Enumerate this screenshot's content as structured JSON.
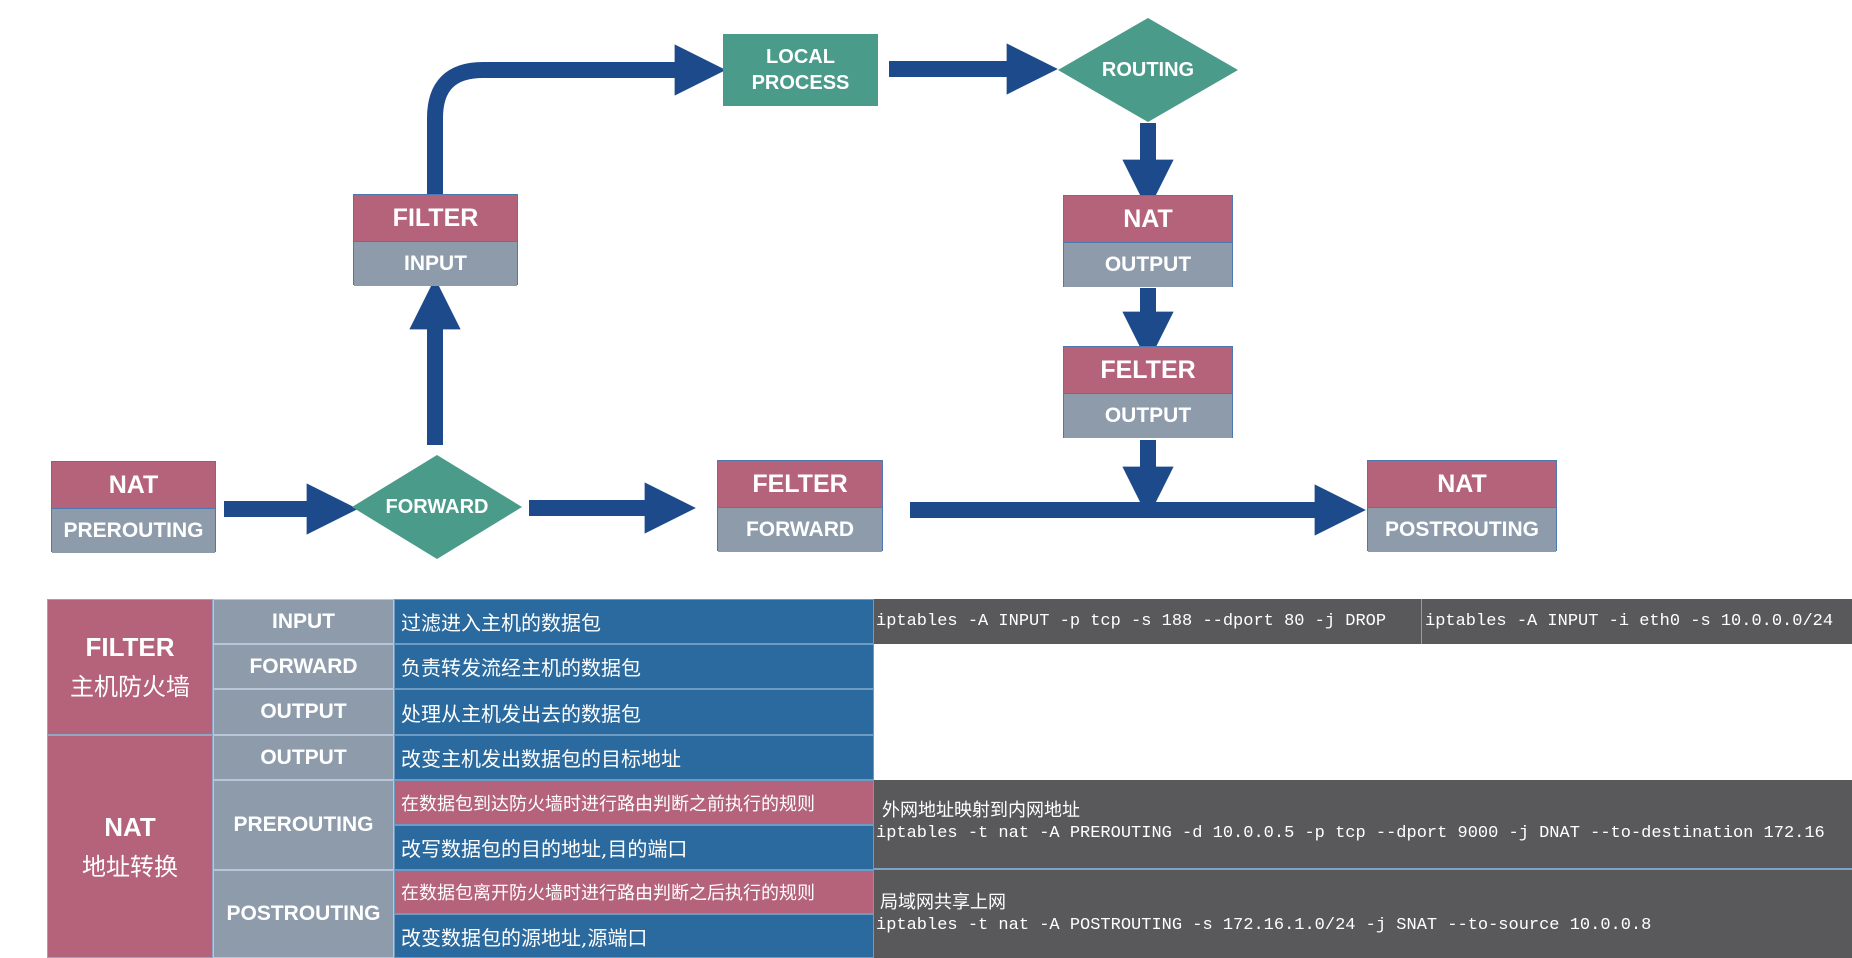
{
  "diagram": {
    "boxes": {
      "nat_prerouting": {
        "top": "NAT",
        "bottom": "PREROUTING"
      },
      "filter_input": {
        "top": "FILTER",
        "bottom": "INPUT"
      },
      "felter_forward": {
        "top": "FELTER",
        "bottom": "FORWARD"
      },
      "nat_output": {
        "top": "NAT",
        "bottom": "OUTPUT"
      },
      "felter_output": {
        "top": "FELTER",
        "bottom": "OUTPUT"
      },
      "nat_postrouting": {
        "top": "NAT",
        "bottom": "POSTROUTING"
      }
    },
    "local_process": [
      "LOCAL",
      "PROCESS"
    ],
    "routing": "ROUTING",
    "forward": "FORWARD"
  },
  "colors": {
    "pink": "#b5637a",
    "gray": "#8d9bab",
    "teal": "#4a9b8a",
    "arrow": "#1c4a8a",
    "blue_cell": "#2b6a9e",
    "dark_cell": "#59595c"
  },
  "table": {
    "filter": {
      "title": "FILTER",
      "subtitle": "主机防火墙"
    },
    "nat": {
      "title": "NAT",
      "subtitle": "地址转换"
    },
    "rows": {
      "input": {
        "chain": "INPUT",
        "desc": "过滤进入主机的数据包"
      },
      "forward": {
        "chain": "FORWARD",
        "desc": "负责转发流经主机的数据包"
      },
      "output": {
        "chain": "OUTPUT",
        "desc": "处理从主机发出去的数据包"
      },
      "nat_output": {
        "chain": "OUTPUT",
        "desc": "改变主机发出数据包的目标地址"
      },
      "prerouting": {
        "chain": "PREROUTING",
        "desc1": "在数据包到达防火墙时进行路由判断之前执行的规则",
        "desc2": "改写数据包的目的地址,目的端口"
      },
      "postrouting": {
        "chain": "POSTROUTING",
        "desc1": "在数据包离开防火墙时进行路由判断之后执行的规则",
        "desc2": "改变数据包的源地址,源端口"
      }
    },
    "commands": {
      "input_1": "iptables -A INPUT -p tcp -s 188 --dport 80 -j DROP",
      "input_2": "iptables -A INPUT -i eth0 -s 10.0.0.0/24",
      "prerouting_note": "外网地址映射到内网地址",
      "prerouting_cmd": "iptables -t nat -A PREROUTING -d 10.0.0.5 -p tcp --dport 9000 -j DNAT --to-destination 172.16",
      "postrouting_note": "局域网共享上网",
      "postrouting_cmd": "iptables -t nat -A POSTROUTING -s 172.16.1.0/24 -j SNAT --to-source 10.0.0.8"
    }
  }
}
